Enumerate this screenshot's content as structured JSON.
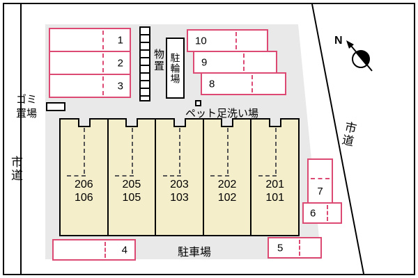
{
  "colors": {
    "accent_parking": "#dc4a73",
    "building_fill": "#f5eecb",
    "site_fill": "#e9e9e9"
  },
  "plan": {
    "road_left_label": "市道",
    "road_right_label": "市道",
    "garbage_label_line1": "ゴミ",
    "garbage_label_line2": "置場",
    "storage_label": "物置",
    "bicycle_label": "駐輪場",
    "pet_wash_label": "ペット足洗い場",
    "parking_area_label": "駐車場",
    "north_label": "N"
  },
  "parking": {
    "spaces": [
      "1",
      "2",
      "3",
      "4",
      "5",
      "6",
      "7",
      "8",
      "9",
      "10"
    ]
  },
  "building_units": [
    {
      "upper": "206",
      "lower": "106"
    },
    {
      "upper": "205",
      "lower": "105"
    },
    {
      "upper": "203",
      "lower": "103"
    },
    {
      "upper": "202",
      "lower": "102"
    },
    {
      "upper": "201",
      "lower": "101"
    }
  ]
}
